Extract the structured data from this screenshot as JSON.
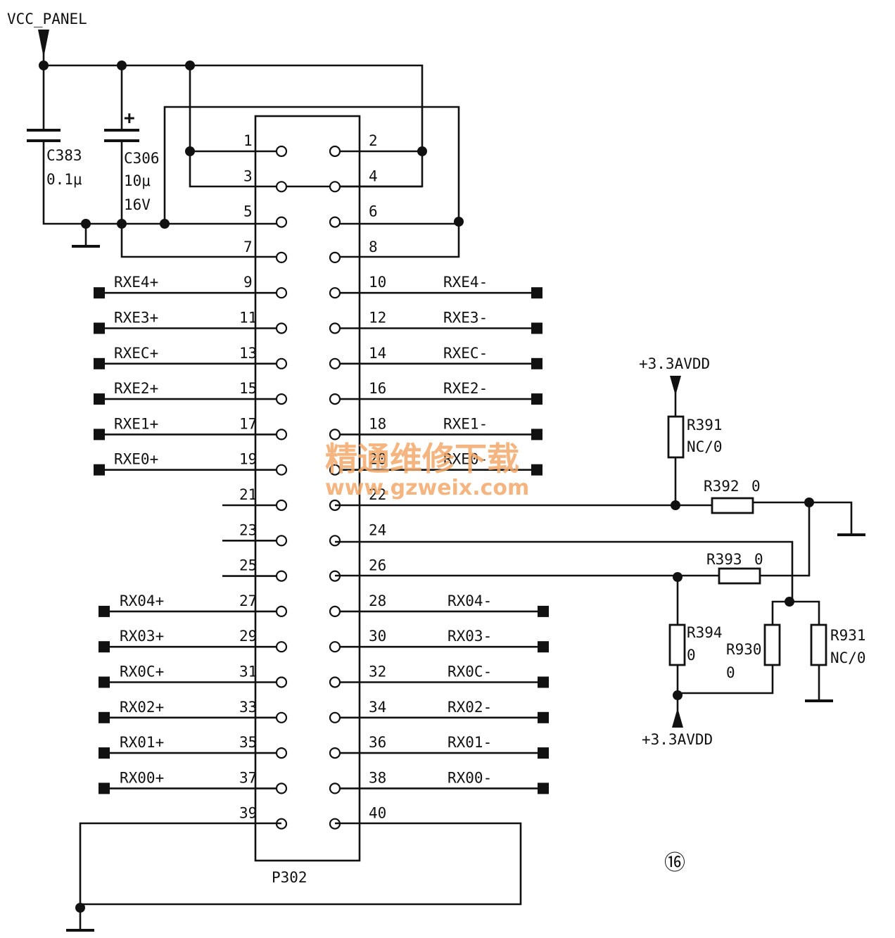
{
  "supply": {
    "vcc_panel": "VCC_PANEL",
    "avdd_top": "+3.3AVDD",
    "avdd_bottom": "+3.3AVDD"
  },
  "capacitors": [
    {
      "ref": "C383",
      "value": "0.1μ",
      "rating": ""
    },
    {
      "ref": "C306",
      "value": "10μ",
      "rating": "16V",
      "polarity": "+"
    }
  ],
  "connector": {
    "ref": "P302"
  },
  "pins_left": [
    "1",
    "3",
    "5",
    "7",
    "9",
    "11",
    "13",
    "15",
    "17",
    "19",
    "21",
    "23",
    "25",
    "27",
    "29",
    "31",
    "33",
    "35",
    "37",
    "39"
  ],
  "pins_right": [
    "2",
    "4",
    "6",
    "8",
    "10",
    "12",
    "14",
    "16",
    "18",
    "20",
    "22",
    "24",
    "26",
    "28",
    "30",
    "32",
    "34",
    "36",
    "38",
    "40"
  ],
  "signals_left": [
    "",
    "",
    "",
    "",
    "RXE4+",
    "RXE3+",
    "RXEC+",
    "RXE2+",
    "RXE1+",
    "RXE0+",
    "",
    "",
    "",
    "RX04+",
    "RX03+",
    "RX0C+",
    "RX02+",
    "RX01+",
    "RX00+",
    ""
  ],
  "signals_right": [
    "",
    "",
    "",
    "",
    "RXE4-",
    "RXE3-",
    "RXEC-",
    "RXE2-",
    "RXE1-",
    "RXE0-",
    "",
    "",
    "",
    "RX04-",
    "RX03-",
    "RX0C-",
    "RX02-",
    "RX01-",
    "RX00-",
    ""
  ],
  "resistors": [
    {
      "ref": "R391",
      "value": "NC/0"
    },
    {
      "ref": "R392",
      "value": "0"
    },
    {
      "ref": "R393",
      "value": "0"
    },
    {
      "ref": "R394",
      "value": "0"
    },
    {
      "ref": "R930",
      "value": "0"
    },
    {
      "ref": "R931",
      "value": "NC/0"
    }
  ],
  "page_marker": "⑯",
  "watermark": {
    "line1": "精通维修下载",
    "line2": "www.gzweix.com"
  }
}
